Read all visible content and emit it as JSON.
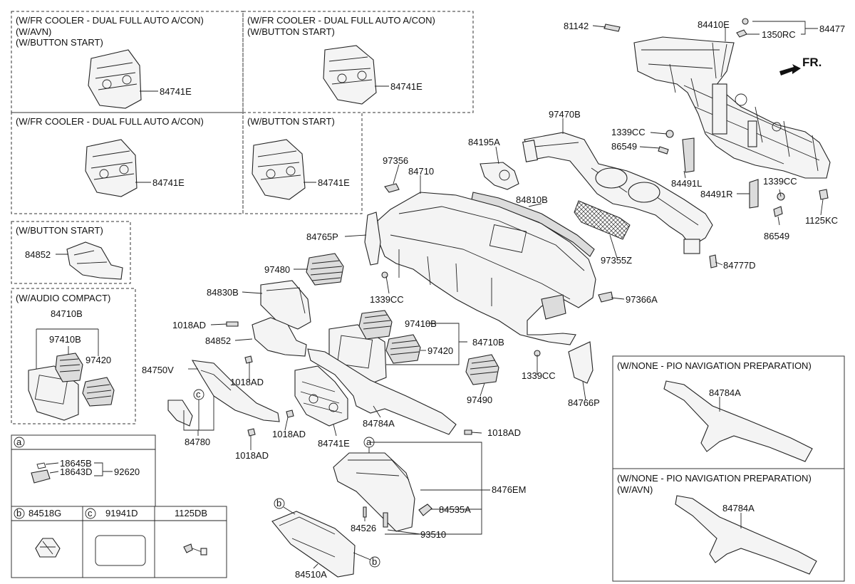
{
  "direction_label": "FR.",
  "boxes": {
    "box1": [
      "(W/FR COOLER - DUAL FULL AUTO A/CON)",
      "(W/AVN)",
      "(W/BUTTON START)"
    ],
    "box2": [
      "(W/FR COOLER - DUAL FULL AUTO A/CON)",
      "(W/BUTTON START)"
    ],
    "box3": [
      "(W/FR COOLER - DUAL FULL AUTO A/CON)"
    ],
    "box4": [
      "(W/BUTTON START)"
    ],
    "box5": [
      "(W/BUTTON START)"
    ],
    "box6": [
      "(W/AUDIO COMPACT)"
    ],
    "box7": [
      "(W/NONE - PIO NAVIGATION PREPARATION)"
    ],
    "box8": [
      "(W/NONE - PIO NAVIGATION PREPARATION)",
      "(W/AVN)"
    ]
  },
  "legend": {
    "a": "a",
    "b": "b",
    "c": "c",
    "b_part": "84518G",
    "c_part": "91941D",
    "d_part": "1125DB",
    "a_parts": [
      "18645B",
      "18643D",
      "92620"
    ]
  },
  "parts": {
    "p81142": "81142",
    "p84410E": "84410E",
    "p1350RC": "1350RC",
    "p84477": "84477",
    "p97470B": "97470B",
    "p1339CC_a": "1339CC",
    "p86549_a": "86549",
    "p84491L": "84491L",
    "p84491R": "84491R",
    "p1339CC_b": "1339CC",
    "p86549_b": "86549",
    "p1125KC": "1125KC",
    "p84195A": "84195A",
    "p97356": "97356",
    "p84710": "84710",
    "p84810B": "84810B",
    "p97355Z": "97355Z",
    "p84777D": "84777D",
    "p84765P": "84765P",
    "p97480": "97480",
    "p1339CC_c": "1339CC",
    "p97366A": "97366A",
    "p84830B": "84830B",
    "p1018AD_a": "1018AD",
    "p84852_b": "84852",
    "p97410B": "97410B",
    "p97420": "97420",
    "p84710B": "84710B",
    "p1339CC_d": "1339CC",
    "p84750V": "84750V",
    "p1018AD_b": "1018AD",
    "p97490": "97490",
    "p84766P": "84766P",
    "p84780": "84780",
    "p1018AD_c": "1018AD",
    "p1018AD_d": "1018AD",
    "p84784A": "84784A",
    "p1018AD_e": "1018AD",
    "p84741E": "84741E",
    "p8476EM": "8476EM",
    "p84535A": "84535A",
    "p84526": "84526",
    "p93510": "93510",
    "p84510A": "84510A",
    "box1_84741E": "84741E",
    "box2_84741E": "84741E",
    "box3_84741E": "84741E",
    "box4_84741E": "84741E",
    "box5_84852": "84852",
    "box6_84710B": "84710B",
    "box6_97410B": "97410B",
    "box6_97420": "97420",
    "box7_84784A": "84784A",
    "box8_84784A": "84784A"
  }
}
